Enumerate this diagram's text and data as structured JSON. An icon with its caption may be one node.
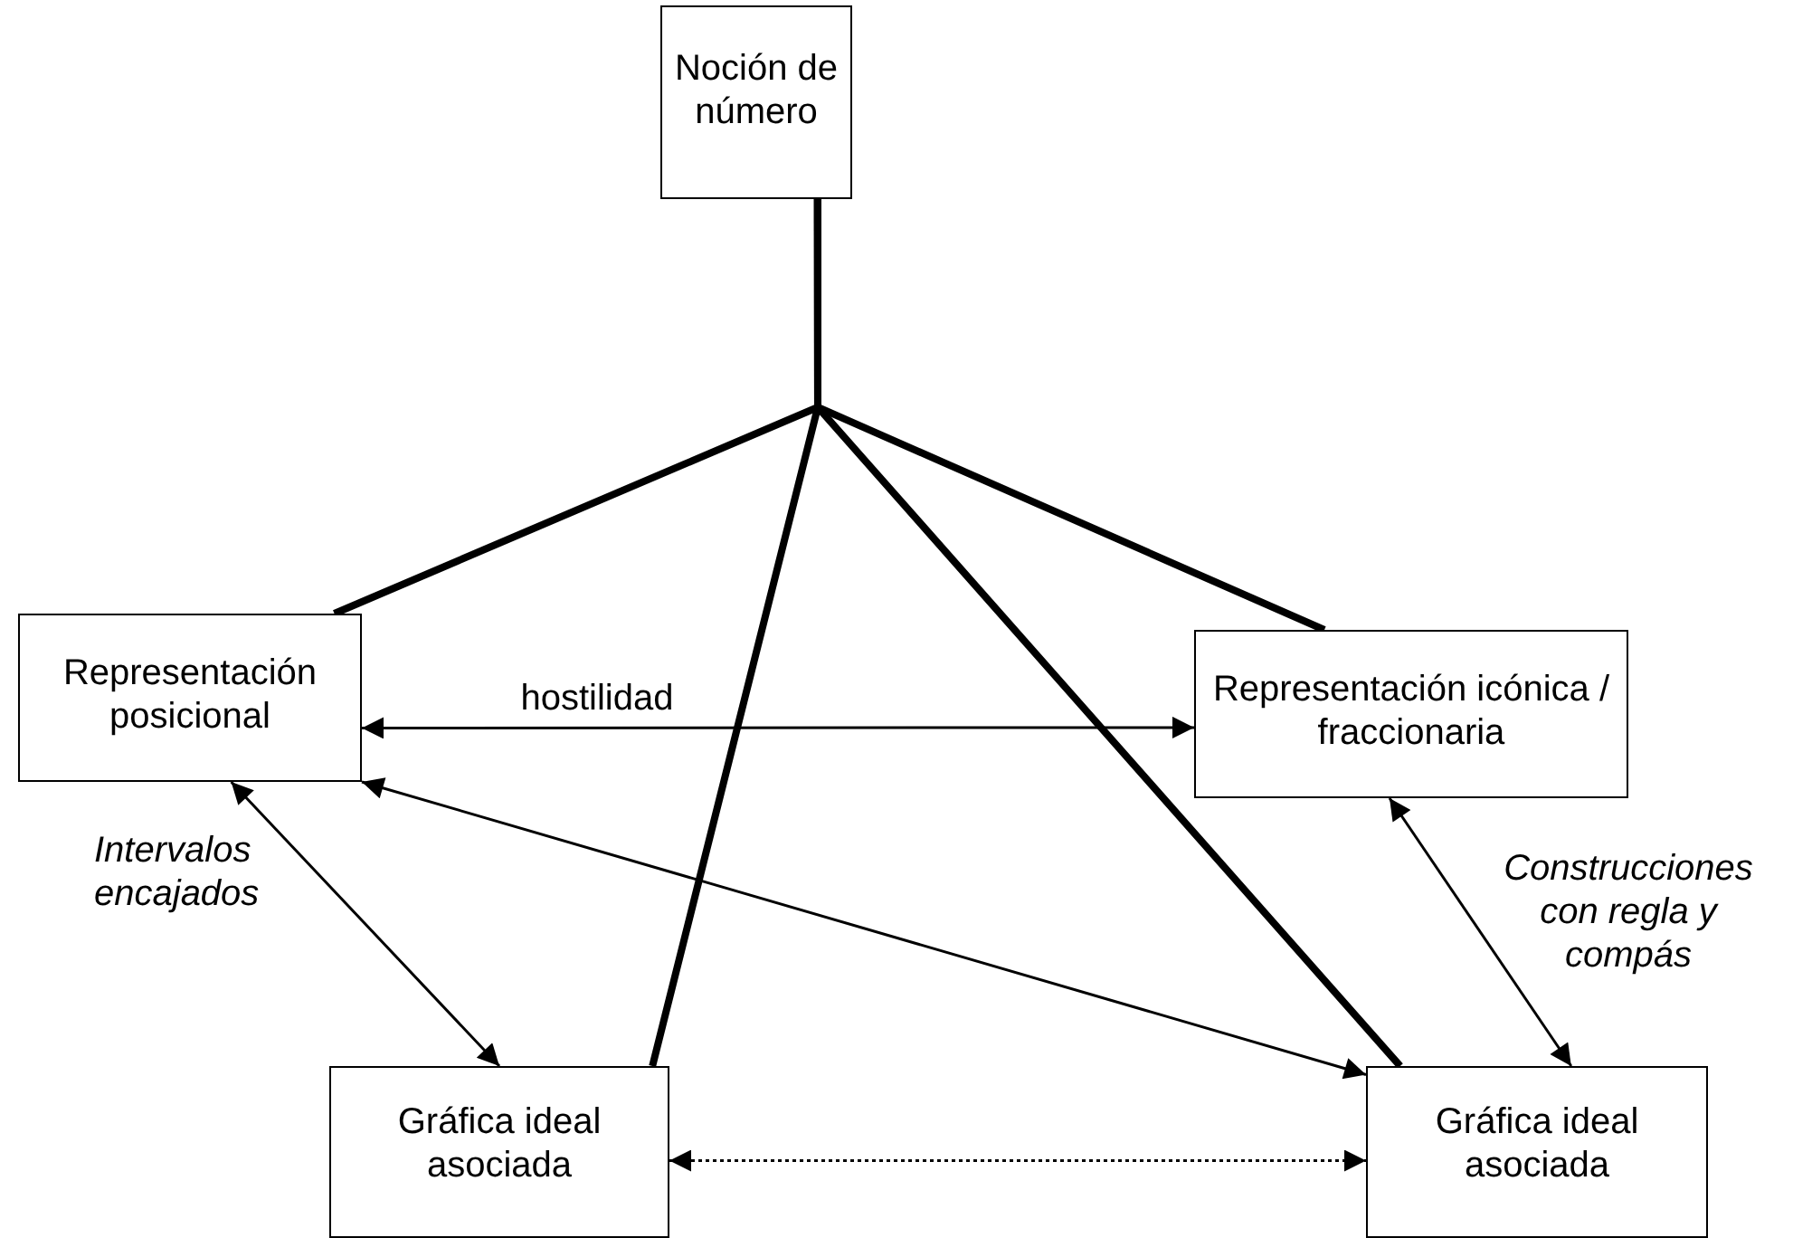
{
  "diagram": {
    "nodes": [
      {
        "text": [
          "Noción de número"
        ]
      },
      {
        "text": [
          "Representación posicional"
        ]
      },
      {
        "text": [
          "Representación icónica / fraccionaria"
        ]
      },
      {
        "text": [
          "Gráfica ideal asociada"
        ]
      },
      {
        "text": [
          "Gráfica ideal asociada"
        ]
      }
    ],
    "edges": [
      {
        "from": 0,
        "to": 1,
        "arrow": "none",
        "style": "thick"
      },
      {
        "from": 0,
        "to": 2,
        "arrow": "none",
        "style": "thick"
      },
      {
        "from": 0,
        "to": 3,
        "arrow": "none",
        "style": "thick"
      },
      {
        "from": 0,
        "to": 4,
        "arrow": "none",
        "style": "thick"
      },
      {
        "from": 1,
        "to": 2,
        "arrow": "both",
        "label": "hostilidad"
      },
      {
        "from": 1,
        "to": 3,
        "arrow": "both",
        "label": "Intervalos encajados"
      },
      {
        "from": 1,
        "to": 4,
        "arrow": "both"
      },
      {
        "from": 2,
        "to": 4,
        "arrow": "both",
        "label": "Construcciones con regla y compás"
      },
      {
        "from": 3,
        "to": 4,
        "arrow": "both",
        "style": "dashed"
      }
    ]
  }
}
